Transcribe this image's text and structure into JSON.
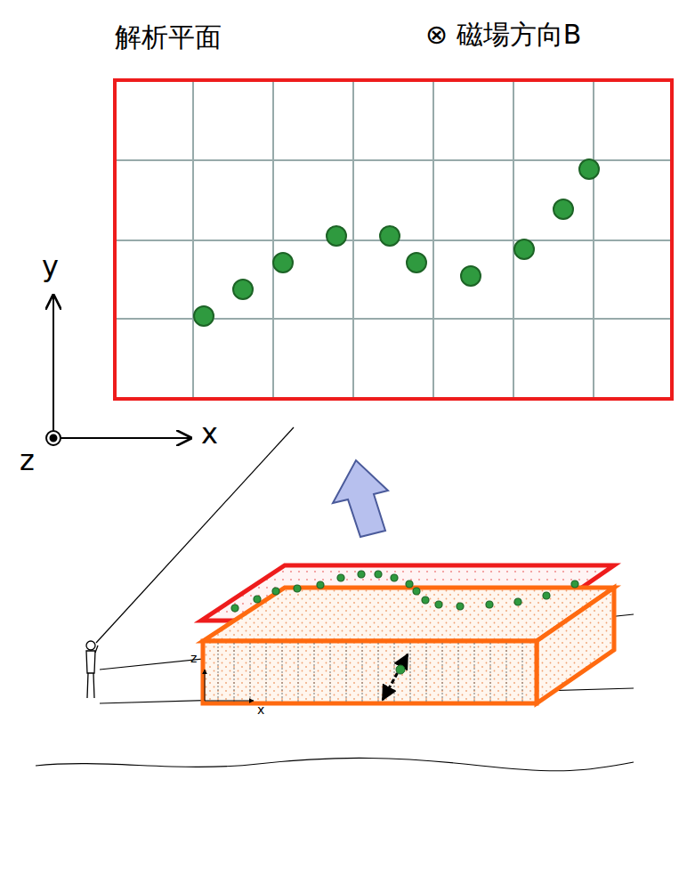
{
  "diagram": {
    "nodes": [
      {
        "text": [
          "解析平面"
        ]
      }
    ],
    "labels": [
      "⊗ 磁場方向B",
      "y",
      "x",
      "z",
      "z",
      "x"
    ]
  }
}
